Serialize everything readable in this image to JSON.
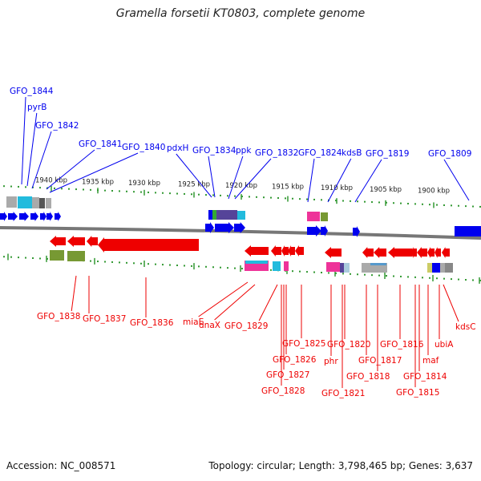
{
  "title": "Gramella forsetii KT0803, complete genome",
  "accession": "Accession: NC_008571",
  "topology": "Topology: circular; Length: 3,798,465 bp; Genes: 3,637",
  "colors": {
    "forward": "#0000ee",
    "reverse": "#ee0000",
    "tick": "#339933",
    "backbone": "#777777",
    "olive": "#779933",
    "pink": "#ee3399",
    "cyan": "#22bbdd",
    "purple": "#554499",
    "gray": "#aaaaaa"
  },
  "scale_labels": [
    "1940 kbp",
    "1935 kbp",
    "1930 kbp",
    "1925 kbp",
    "1920 kbp",
    "1915 kbp",
    "1910 kbp",
    "1905 kbp",
    "1900 kbp"
  ],
  "top_labels": [
    "GFO_1844",
    "pyrB",
    "GFO_1842",
    "GFO_1841",
    "GFO_1840",
    "pdxH",
    "GFO_1834",
    "ppk",
    "GFO_1832",
    "GFO_1824",
    "kdsB",
    "GFO_1819",
    "GFO_1809"
  ],
  "bottom_labels": [
    "GFO_1838",
    "GFO_1837",
    "GFO_1836",
    "miaE",
    "dnaX",
    "GFO_1829",
    "GFO_1825",
    "GFO_1826",
    "GFO_1827",
    "GFO_1828",
    "phr",
    "GFO_1820",
    "GFO_1821",
    "GFO_1817",
    "GFO_1818",
    "GFO_1816",
    "GFO_1815",
    "GFO_1814",
    "maf",
    "ubiA",
    "kdsC"
  ]
}
